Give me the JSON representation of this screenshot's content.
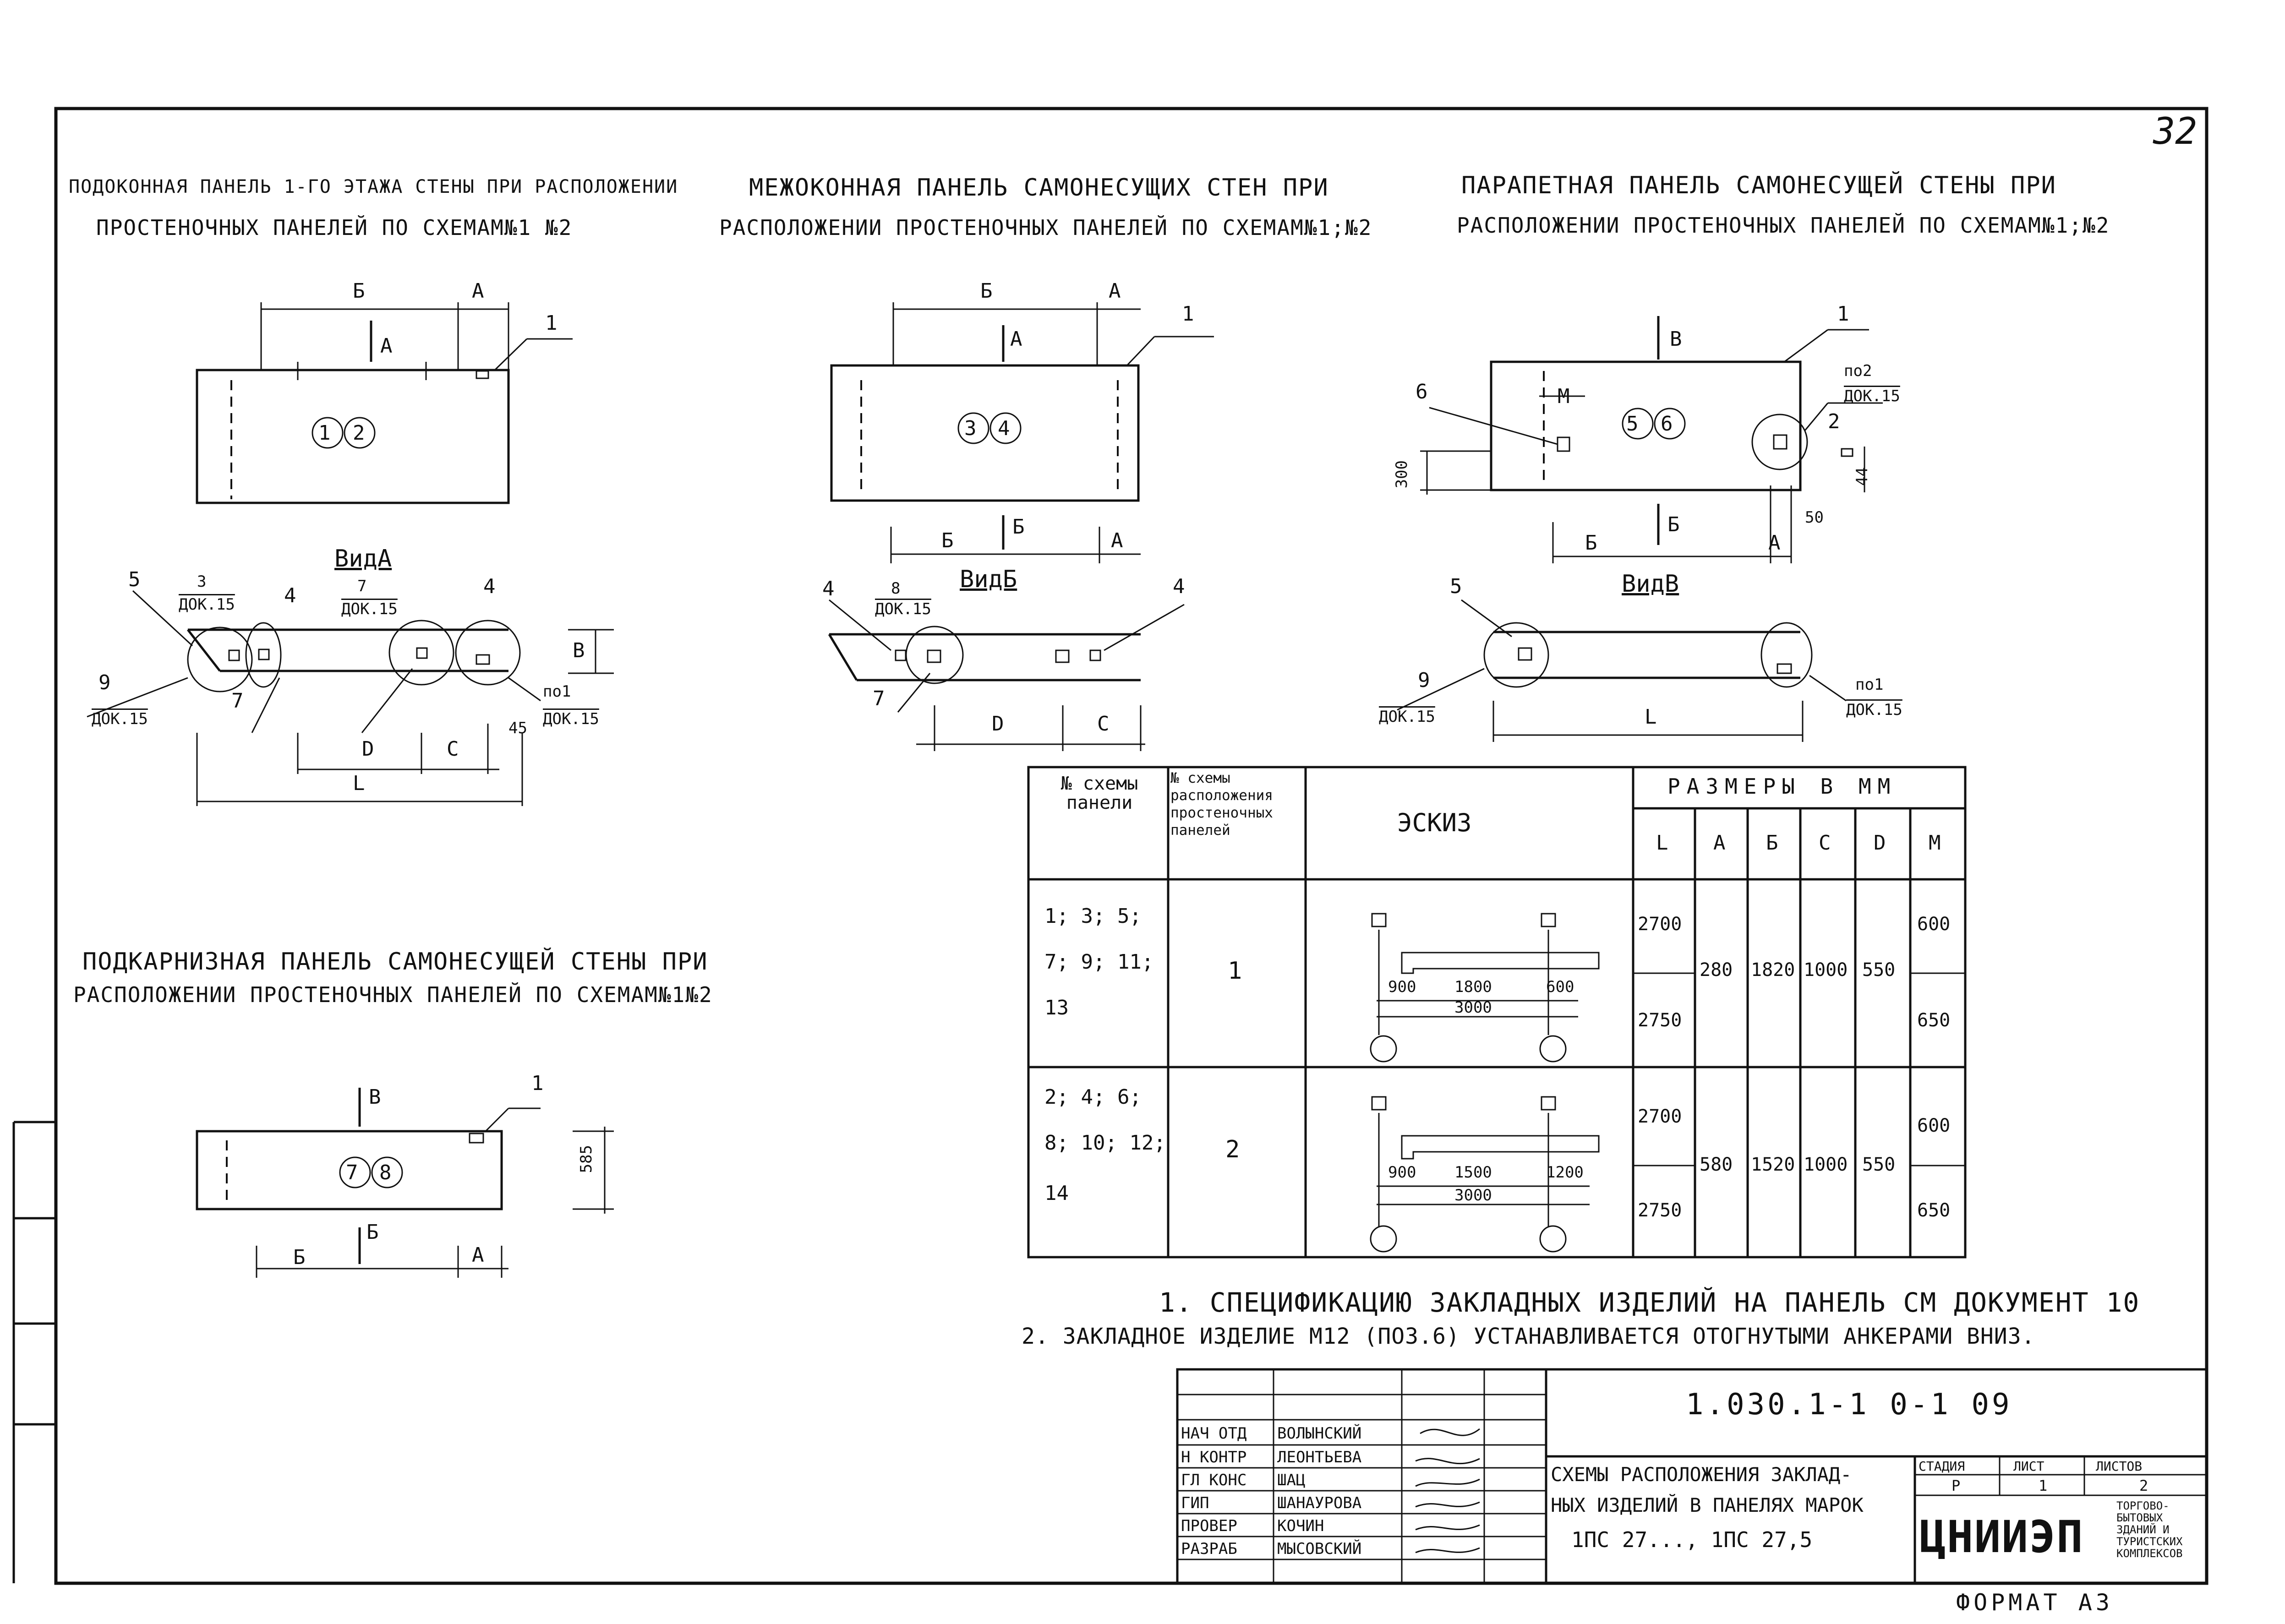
{
  "sheet_no": "32",
  "headings": {
    "panel_1_2": [
      "ПОДОКОННАЯ ПАНЕЛЬ 1-ГО ЭТАЖА СТЕНЫ ПРИ РАСПОЛОЖЕНИИ",
      "ПРОСТЕНОЧНЫХ ПАНЕЛЕЙ ПО СХЕМАМ№1 №2"
    ],
    "panel_3_4": [
      "МЕЖОКОННАЯ ПАНЕЛЬ САМОНЕСУЩИХ СТЕН ПРИ",
      "РАСПОЛОЖЕНИИ ПРОСТЕНОЧНЫХ ПАНЕЛЕЙ ПО СХЕМАМ№1;№2"
    ],
    "panel_5_6": [
      "ПАРАПЕТНАЯ ПАНЕЛЬ САМОНЕСУЩЕЙ СТЕНЫ ПРИ",
      "РАСПОЛОЖЕНИИ ПРОСТЕНОЧНЫХ ПАНЕЛЕЙ ПО СХЕМАМ№1;№2"
    ],
    "panel_7_8": [
      "ПОДКАРНИЗНАЯ ПАНЕЛЬ САМОНЕСУЩЕЙ СТЕНЫ ПРИ",
      "РАСПОЛОЖЕНИИ ПРОСТЕНОЧНЫХ ПАНЕЛЕЙ ПО СХЕМАМ№1№2"
    ]
  },
  "drawing_labels": {
    "p12": {
      "circles": [
        "1",
        "2"
      ],
      "dims": [
        "Б",
        "А",
        "А",
        "1"
      ],
      "view": "ВидА",
      "view_dims": [
        "D",
        "C",
        "45",
        "L",
        "В"
      ],
      "callouts": [
        "5",
        "3",
        "ДОК.15",
        "4",
        "7",
        "ДОК.15",
        "4",
        "9",
        "ДОК.15",
        "7",
        "по1",
        "ДОК.15"
      ]
    },
    "p34": {
      "circles": [
        "3",
        "4"
      ],
      "dims": [
        "Б",
        "А",
        "А",
        "1",
        "Б",
        "Б",
        "А"
      ],
      "view": "ВидБ",
      "view_dims": [
        "D",
        "C"
      ],
      "callouts": [
        "4",
        "8",
        "ДОК.15",
        "4",
        "7"
      ]
    },
    "p56": {
      "circles": [
        "5",
        "6"
      ],
      "dims": [
        "В",
        "М",
        "300",
        "Б",
        "Б",
        "А",
        "50",
        "44",
        "1"
      ],
      "view": "ВидВ",
      "view_dims": [
        "L"
      ],
      "callouts": [
        "6",
        "по2",
        "ДОК.15",
        "2",
        "5",
        "9",
        "ДОК.15",
        "по1",
        "ДОК.15"
      ]
    },
    "p78": {
      "circles": [
        "7",
        "8"
      ],
      "dims": [
        "В",
        "Б",
        "Б",
        "А",
        "585",
        "1"
      ]
    }
  },
  "table": {
    "col_scheme": "№ схемы панели",
    "col_layout": "№ схемы расположения простеночных панелей",
    "col_sketch": "ЭСКИЗ",
    "col_sizes": "РАЗМЕРЫ В ММ",
    "size_cols": [
      "L",
      "А",
      "Б",
      "С",
      "D",
      "М"
    ],
    "rows": [
      {
        "schemes": [
          "1; 3; 5;",
          "7; 9; 11;",
          "13"
        ],
        "layout": "1",
        "L": [
          "2700",
          "2750"
        ],
        "A": "280",
        "B": "1820",
        "C": "1000",
        "D": "550",
        "M": [
          "600",
          "650"
        ],
        "sketch": [
          "900",
          "1800",
          "600",
          "3000"
        ]
      },
      {
        "schemes": [
          "2; 4; 6;",
          "8; 10; 12;",
          "14"
        ],
        "layout": "2",
        "L": [
          "2700",
          "2750"
        ],
        "A": "580",
        "B": "1520",
        "C": "1000",
        "D": "550",
        "M": [
          "600",
          "650"
        ],
        "sketch": [
          "900",
          "1500",
          "1200",
          "3000"
        ]
      }
    ]
  },
  "notes": [
    "1. СПЕЦИФИКАЦИЮ ЗАКЛАДНЫХ ИЗДЕЛИЙ НА ПАНЕЛЬ СМ ДОКУМЕНТ 10",
    "2. ЗАКЛАДНОЕ ИЗДЕЛИЕ М12 (ПОЗ.6) УСТАНАВЛИВАЕТСЯ ОТОГНУТЫМИ АНКЕРАМИ ВНИЗ."
  ],
  "title_block": {
    "doc_code": "1.030.1-1   0-1   09",
    "people": [
      {
        "role": "НАЧ ОТД",
        "name": "ВОЛЫНСКИЙ"
      },
      {
        "role": "Н КОНТР",
        "name": "ЛЕОНТЬЕВА"
      },
      {
        "role": "ГЛ КОНС",
        "name": "ШАЦ"
      },
      {
        "role": "ГИП",
        "name": "ШАНАУРОВА"
      },
      {
        "role": "ПРОВЕР",
        "name": "КОЧИН"
      },
      {
        "role": "РАЗРАБ",
        "name": "МЫСОВСКИЙ"
      }
    ],
    "title": [
      "СХЕМЫ РАСПОЛОЖЕНИЯ ЗАКЛАД-",
      "НЫХ ИЗДЕЛИЙ В ПАНЕЛЯХ МАРОК",
      "1ПС 27..., 1ПС 27,5"
    ],
    "stage_label": "СТАДИЯ",
    "sheet_label": "ЛИСТ",
    "sheets_label": "ЛИСТОВ",
    "stage": "Р",
    "sheet": "1",
    "sheets": "2",
    "org": "ЦНИИЭП",
    "org_sub": [
      "ТОРГОВО-",
      "БЫТОВЫХ",
      "ЗДАНИЙ И",
      "ТУРИСТСКИХ",
      "КОМПЛЕКСОВ"
    ]
  },
  "format": "ФОРМАТ А3"
}
